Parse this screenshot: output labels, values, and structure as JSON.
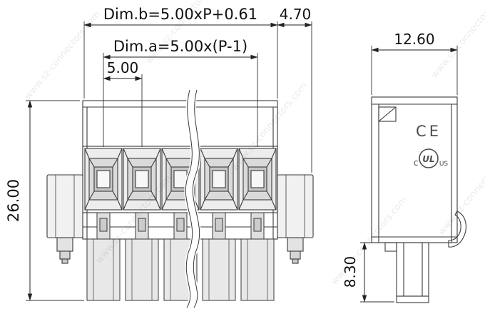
{
  "drawing": {
    "dimensions": {
      "dim_b": "Dim.b=5.00xP+0.61",
      "flange_width": "4.70",
      "dim_a": "Dim.a=5.00x(P-1)",
      "pitch": "5.00",
      "total_height": "26.00",
      "side_width": "12.60",
      "pin_length": "8.30"
    },
    "markings": {
      "ce": "CE",
      "ul": "UL",
      "ul_c": "c",
      "ul_us": "US"
    },
    "watermark": "www.sz-connectors.com",
    "colors": {
      "line": "#2b2b2b",
      "background": "#ffffff"
    }
  }
}
